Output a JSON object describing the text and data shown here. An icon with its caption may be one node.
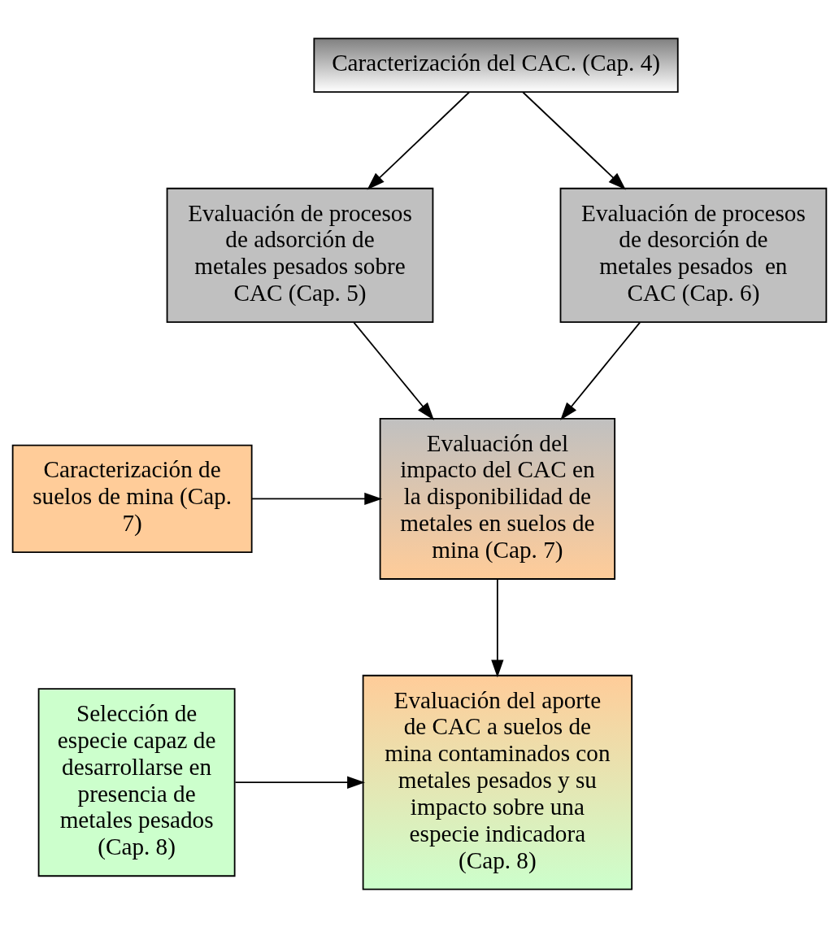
{
  "diagram": {
    "nodes": [
      {
        "text": [
          "Caracterización del CAC. (Cap. 4)"
        ]
      },
      {
        "text": [
          "Evaluación de procesos de adsorción de metales pesados sobre CAC (Cap. 5)"
        ]
      },
      {
        "text": [
          "Evaluación de procesos de desorción de metales pesados  en CAC (Cap. 6)"
        ]
      },
      {
        "text": [
          "Evaluación del impacto del CAC en la disponibilidad de metales en suelos de mina (Cap. 7)"
        ]
      },
      {
        "text": [
          "Caracterización de suelos de mina (Cap. 7)"
        ]
      },
      {
        "text": [
          "Evaluación del aporte de CAC a suelos de mina contaminados con metales pesados y su impacto sobre una especie indicadora (Cap. 8)"
        ]
      },
      {
        "text": [
          "Selección de especie capaz de desarrollarse en presencia de metales pesados (Cap. 8)"
        ]
      }
    ],
    "edges": [
      {
        "from": 0,
        "to": 1,
        "arrow": "to"
      },
      {
        "from": 0,
        "to": 2,
        "arrow": "to"
      },
      {
        "from": 1,
        "to": 3,
        "arrow": "to"
      },
      {
        "from": 2,
        "to": 3,
        "arrow": "to"
      },
      {
        "from": 4,
        "to": 3,
        "arrow": "to"
      },
      {
        "from": 3,
        "to": 5,
        "arrow": "to"
      },
      {
        "from": 6,
        "to": 5,
        "arrow": "to"
      }
    ]
  }
}
